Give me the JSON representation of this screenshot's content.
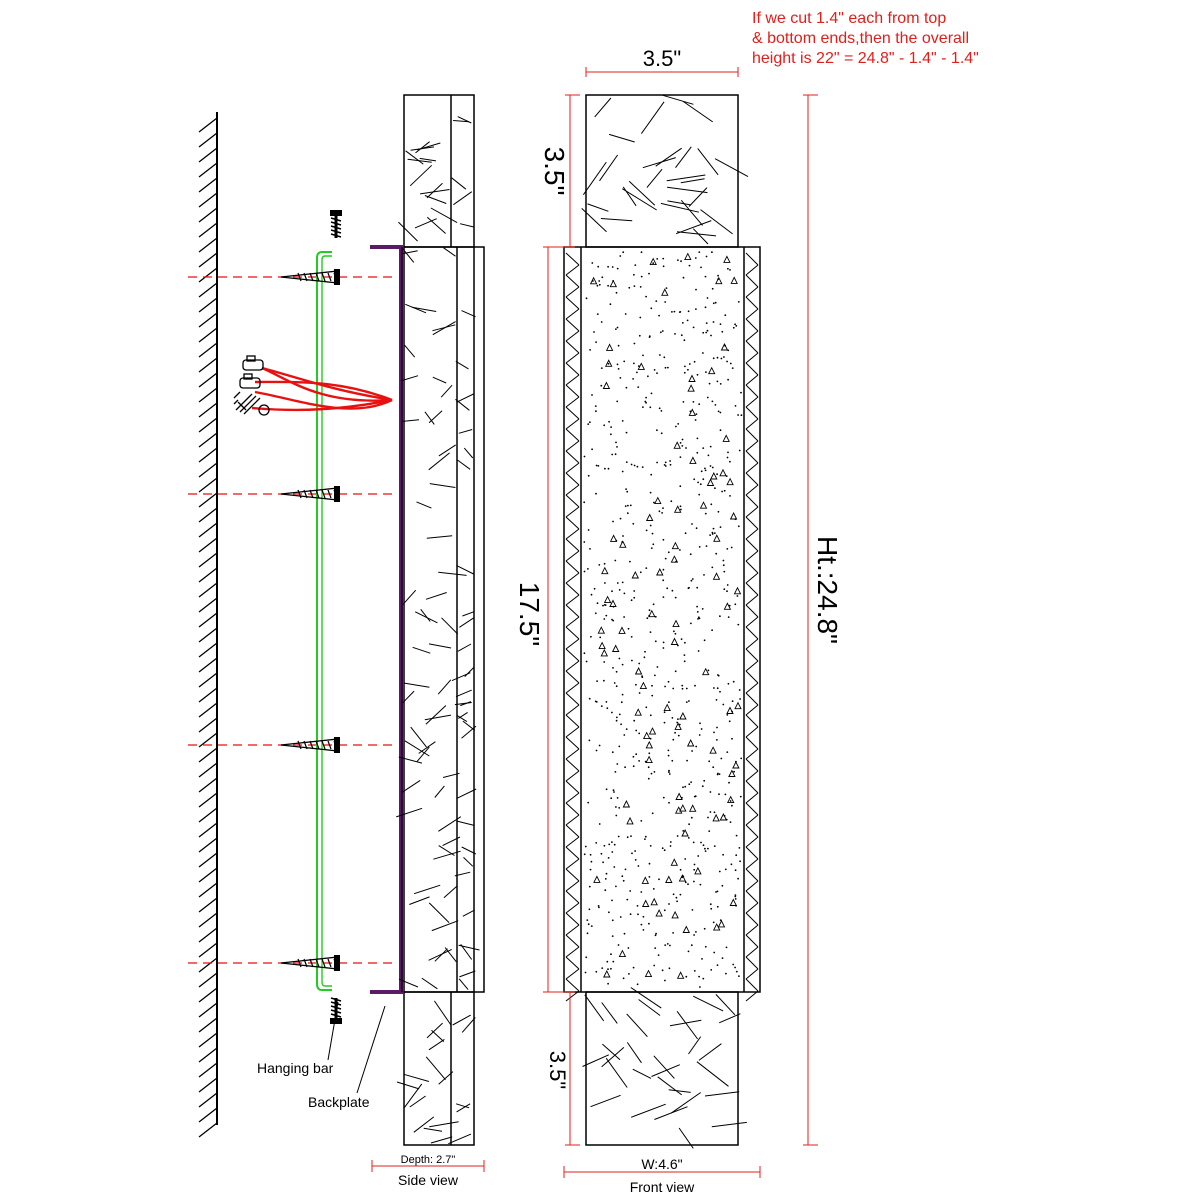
{
  "note_lines": [
    "If we cut 1.4\" each from top",
    "& bottom ends,then the overall",
    "height is 22\" = 24.8\" - 1.4\" - 1.4\""
  ],
  "dims": {
    "top_width": "3.5\"",
    "top_cap_height": "3.5\"",
    "middle_height": "17.5\"",
    "bottom_cap_height": "3.5\"",
    "overall_height": "Ht.:24.8\"",
    "depth": "Depth: 2.7\"",
    "front_width": "W:4.6\""
  },
  "labels": {
    "hanging_bar": "Hanging bar",
    "backplate": "Backplate",
    "side_view": "Side view",
    "front_view": "Front view"
  },
  "colors": {
    "hanging_bar": "#22cc22",
    "backplate": "#5a1a66",
    "wires": "#e81010",
    "center_lines": "#e81010",
    "dimension_lines": "#e0201c"
  }
}
